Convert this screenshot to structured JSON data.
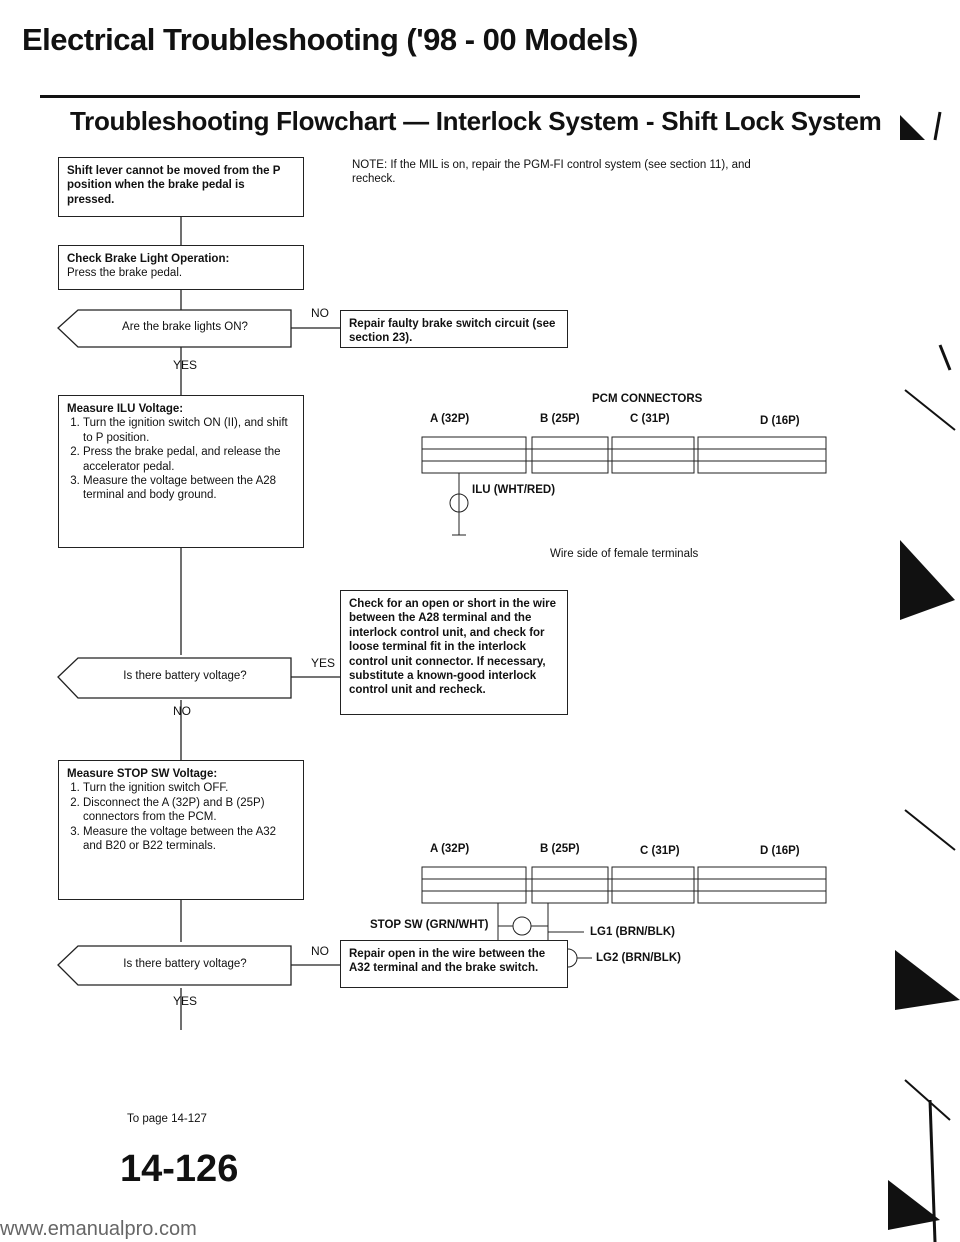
{
  "header": {
    "title": "Electrical Troubleshooting ('98 - 00 Models)",
    "section_title": "Troubleshooting Flowchart — Interlock System - Shift Lock System"
  },
  "note": "NOTE: If the MIL is on, repair the PGM-FI control system (see section 11), and recheck.",
  "flow": {
    "start": "Shift lever cannot be moved from the P position when the brake pedal is pressed.",
    "step1_title": "Check Brake Light Operation:",
    "step1_body": "Press the brake pedal.",
    "q1": "Are the brake lights ON?",
    "q1_no": "NO",
    "q1_yes": "YES",
    "fix1": "Repair faulty brake switch circuit (see section 23).",
    "step2_title": "Measure ILU Voltage:",
    "step2_items": [
      "Turn the ignition switch ON (II), and shift to P position.",
      "Press the brake pedal, and release the accelerator pedal.",
      "Measure the voltage between the A28 terminal and body ground."
    ],
    "fix2": "Check for an open or short in the wire between the A28 terminal and the interlock control unit, and check for loose terminal fit in the interlock control unit connector. If necessary, substitute a known-good interlock control unit and recheck.",
    "q2": "Is there battery voltage?",
    "q2_yes": "YES",
    "q2_no": "NO",
    "step3_title": "Measure STOP SW Voltage:",
    "step3_items": [
      "Turn the ignition switch OFF.",
      "Disconnect the A (32P) and B (25P) connectors from the PCM.",
      "Measure the voltage between the A32 and B20 or B22 terminals."
    ],
    "fix3": "Repair open in the wire between the A32 terminal and the brake switch.",
    "q3": "Is there battery voltage?",
    "q3_no": "NO",
    "q3_yes": "YES",
    "to_page": "To page 14-127"
  },
  "diagram1": {
    "title": "PCM CONNECTORS",
    "conn_a": "A (32P)",
    "conn_b": "B (25P)",
    "conn_c": "C (31P)",
    "conn_d": "D (16P)",
    "wire": "ILU (WHT/RED)",
    "caption": "Wire side of female terminals"
  },
  "diagram2": {
    "conn_a": "A (32P)",
    "conn_b": "B (25P)",
    "conn_c": "C (31P)",
    "conn_d": "D (16P)",
    "wire_stop": "STOP SW (GRN/WHT)",
    "wire_lg1": "LG1 (BRN/BLK)",
    "wire_lg2": "LG2 (BRN/BLK)"
  },
  "page_number": "14-126",
  "url": "www.emanualpro.com"
}
